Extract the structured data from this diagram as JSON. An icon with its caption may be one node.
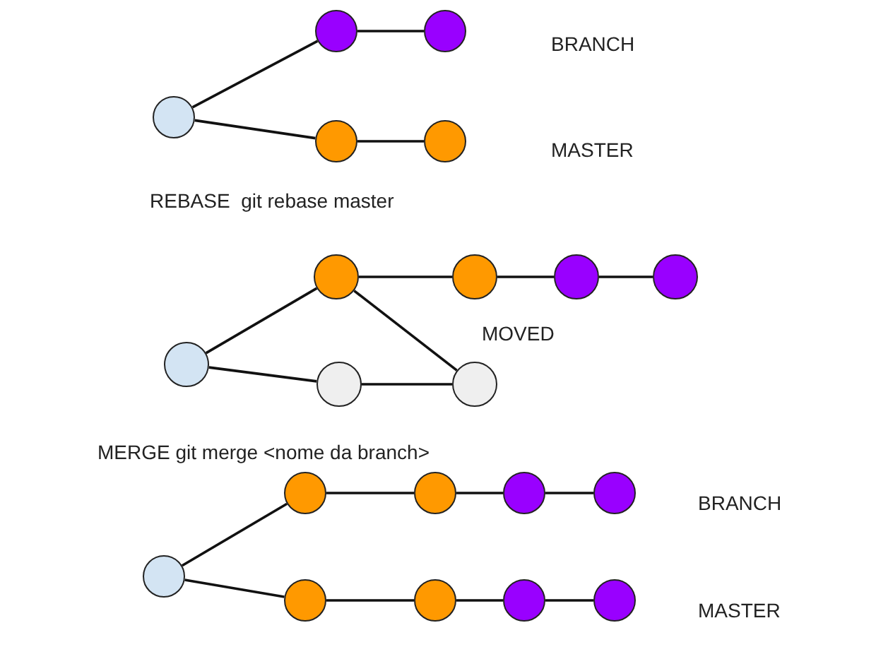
{
  "diagram": {
    "nodes": [
      {
        "text": [],
        "shape": "circle"
      },
      {
        "text": [],
        "shape": "circle"
      },
      {
        "text": [],
        "shape": "circle"
      },
      {
        "text": [],
        "shape": "circle"
      },
      {
        "text": [],
        "shape": "circle"
      },
      {
        "text": [],
        "shape": "circle"
      },
      {
        "text": [],
        "shape": "circle"
      },
      {
        "text": [],
        "shape": "circle"
      },
      {
        "text": [],
        "shape": "circle"
      },
      {
        "text": [],
        "shape": "circle"
      },
      {
        "text": [],
        "shape": "circle"
      },
      {
        "text": [],
        "shape": "circle"
      },
      {
        "text": [],
        "shape": "circle"
      },
      {
        "text": [],
        "shape": "circle"
      },
      {
        "text": [],
        "shape": "circle"
      },
      {
        "text": [],
        "shape": "circle"
      },
      {
        "text": [],
        "shape": "circle"
      },
      {
        "text": [],
        "shape": "circle"
      },
      {
        "text": [],
        "shape": "circle"
      },
      {
        "text": [],
        "shape": "circle"
      },
      {
        "text": [],
        "shape": "circle"
      }
    ],
    "edges": [
      {
        "from": 0,
        "to": 1,
        "arrow": "none"
      },
      {
        "from": 1,
        "to": 2,
        "arrow": "none"
      },
      {
        "from": 0,
        "to": 3,
        "arrow": "none"
      },
      {
        "from": 3,
        "to": 4,
        "arrow": "none"
      },
      {
        "from": 5,
        "to": 6,
        "arrow": "none"
      },
      {
        "from": 6,
        "to": 7,
        "arrow": "none"
      },
      {
        "from": 7,
        "to": 8,
        "arrow": "none"
      },
      {
        "from": 8,
        "to": 9,
        "arrow": "none"
      },
      {
        "from": 5,
        "to": 10,
        "arrow": "none"
      },
      {
        "from": 10,
        "to": 11,
        "arrow": "none"
      },
      {
        "from": 6,
        "to": 11,
        "arrow": "none"
      },
      {
        "from": 12,
        "to": 13,
        "arrow": "none"
      },
      {
        "from": 13,
        "to": 14,
        "arrow": "none"
      },
      {
        "from": 14,
        "to": 15,
        "arrow": "none"
      },
      {
        "from": 15,
        "to": 16,
        "arrow": "none"
      },
      {
        "from": 12,
        "to": 17,
        "arrow": "none"
      },
      {
        "from": 17,
        "to": 18,
        "arrow": "none"
      },
      {
        "from": 18,
        "to": 19,
        "arrow": "none"
      },
      {
        "from": 19,
        "to": 20,
        "arrow": "none"
      }
    ],
    "labels": [
      "BRANCH",
      "MASTER",
      "REBASE  git rebase master",
      "MOVED",
      "MERGE git merge <nome da branch>",
      "BRANCH",
      "MASTER"
    ]
  }
}
